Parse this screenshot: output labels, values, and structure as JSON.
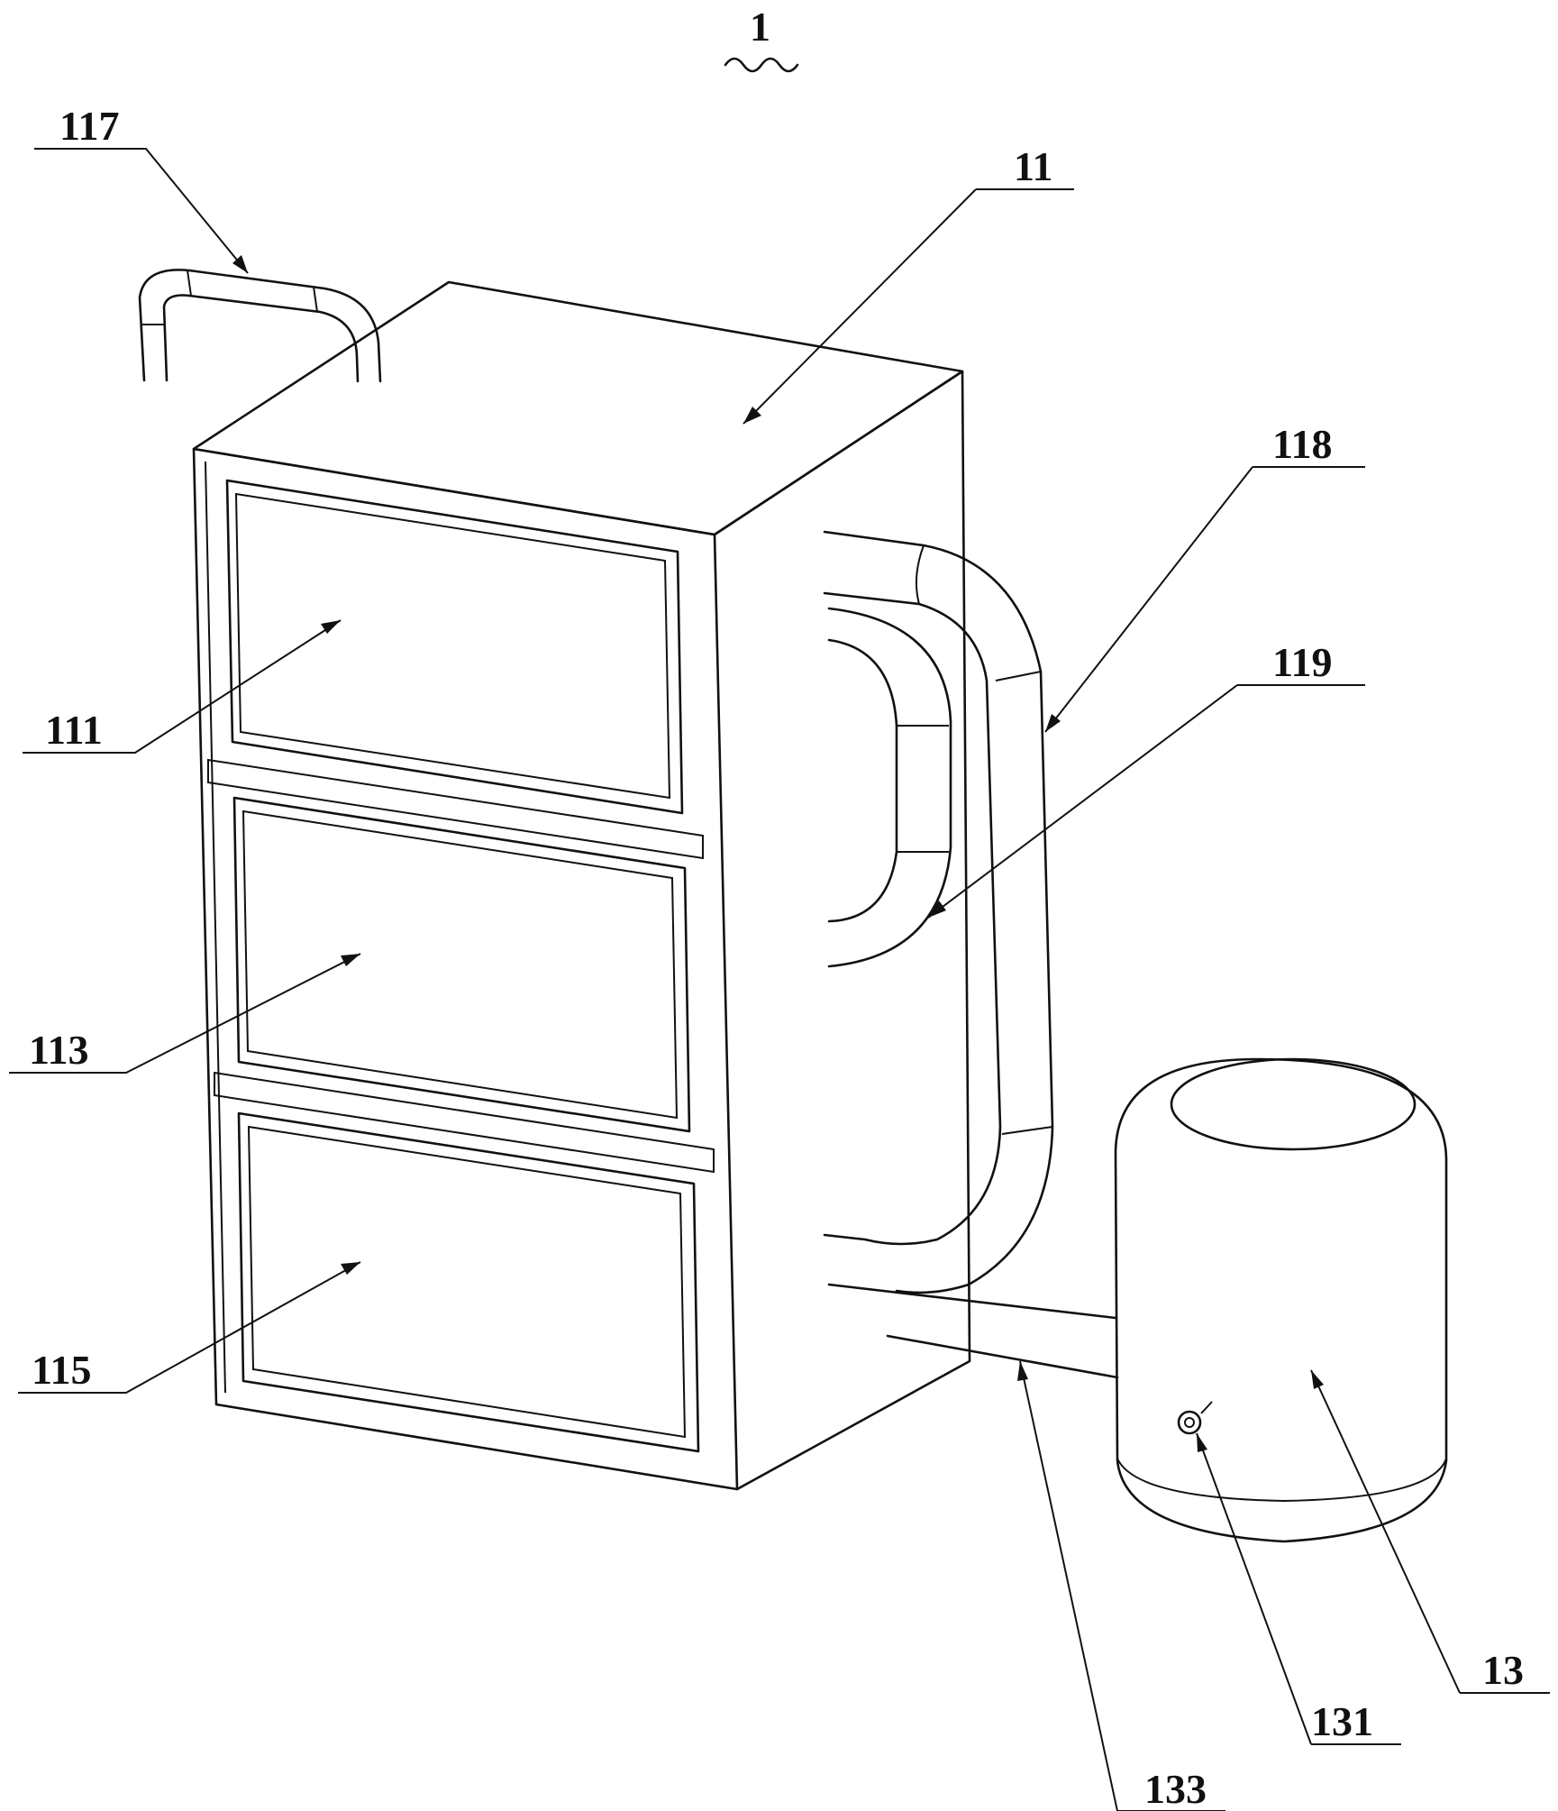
{
  "figure": {
    "title_ref": "1",
    "labels": {
      "top_pipe": "117",
      "cabinet": "11",
      "pipe_118": "118",
      "pipe_119": "119",
      "drawer_top": "111",
      "drawer_mid": "113",
      "drawer_bottom": "115",
      "tank": "13",
      "tank_valve": "131",
      "tank_pipe": "133"
    }
  }
}
